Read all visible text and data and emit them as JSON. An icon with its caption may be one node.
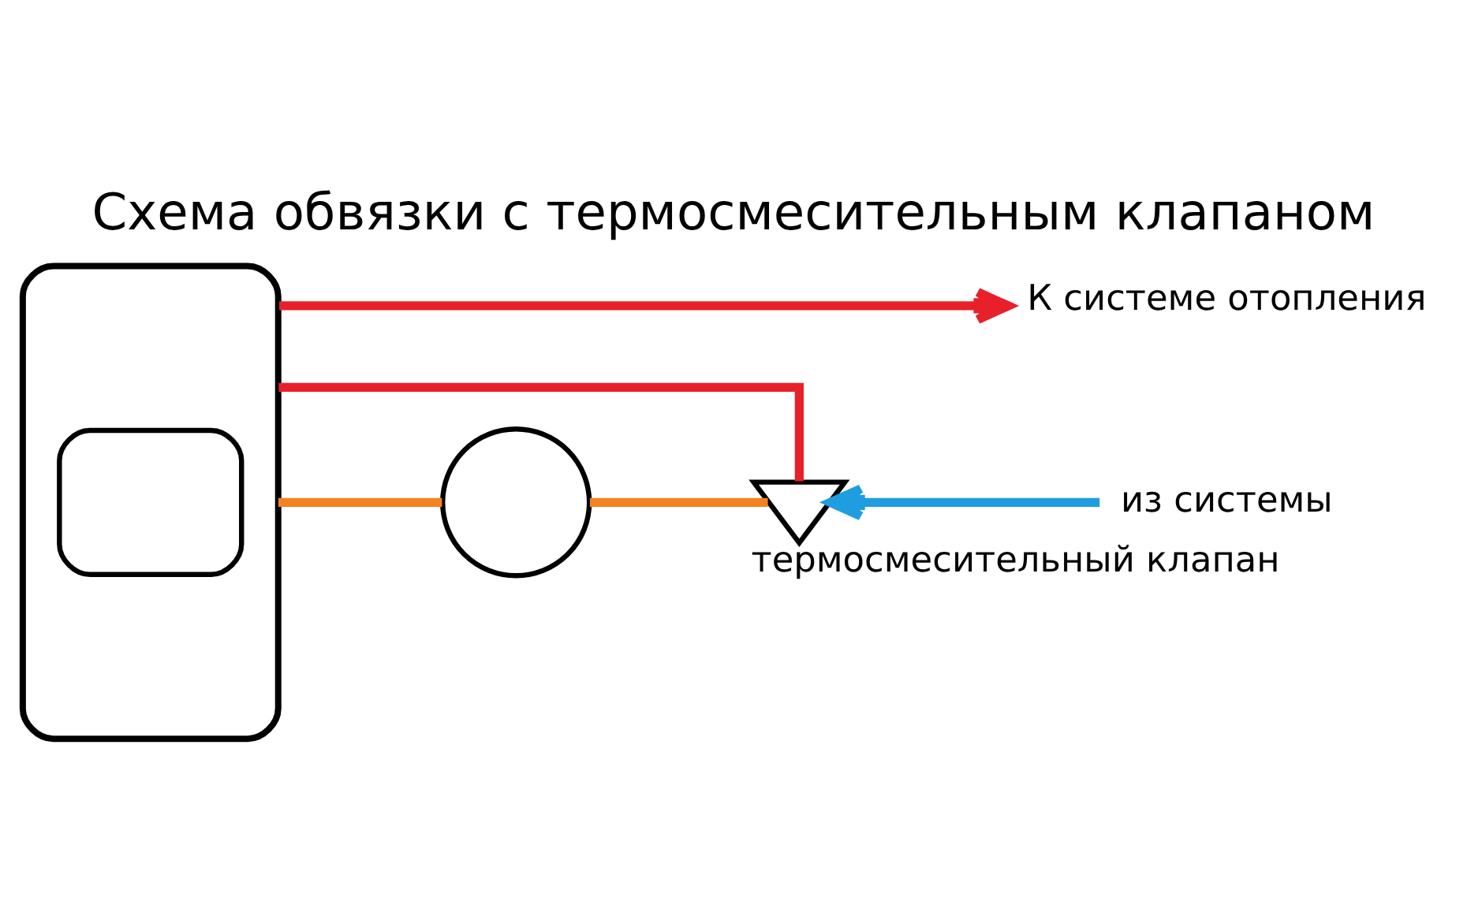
{
  "diagram": {
    "title": "Схема обвязки с термосмесительным клапаном",
    "nodes": [
      {
        "text": [],
        "shape": "picture"
      },
      {
        "text": [
          "К системе отопления"
        ]
      },
      {
        "text": [
          "из системы"
        ]
      },
      {
        "text": [],
        "shape": "circle"
      },
      {
        "text": [],
        "shape": "triangle",
        "beside": [
          "термосмесительный клапан"
        ]
      }
    ],
    "edges": [
      {
        "from": 0,
        "to": 1,
        "arrow": "to",
        "color": "#e8202a"
      },
      {
        "from": 0,
        "to": 4,
        "arrow": "none",
        "color": "#e8202a"
      },
      {
        "from": 2,
        "to": 4,
        "arrow": "to",
        "color": "#1e9ee0"
      },
      {
        "from": 4,
        "to": 3,
        "arrow": "none",
        "color": "#f58220"
      },
      {
        "from": 3,
        "to": 0,
        "arrow": "none",
        "color": "#f58220"
      }
    ]
  }
}
